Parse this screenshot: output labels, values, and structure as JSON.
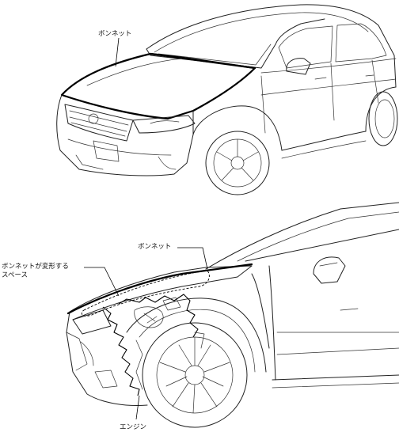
{
  "labels": {
    "top_bonnet": "ボンネット",
    "bottom_bonnet": "ボンネット",
    "deform_space_line1": "ボンネットが変形する",
    "deform_space_line2": "スペース",
    "engine": "エンジン"
  },
  "icons": {
    "top_car": "suv-front-three-quarter-view",
    "bottom_car": "suv-front-side-cutaway-view"
  },
  "colors": {
    "line": "#000000",
    "background": "#ffffff"
  }
}
